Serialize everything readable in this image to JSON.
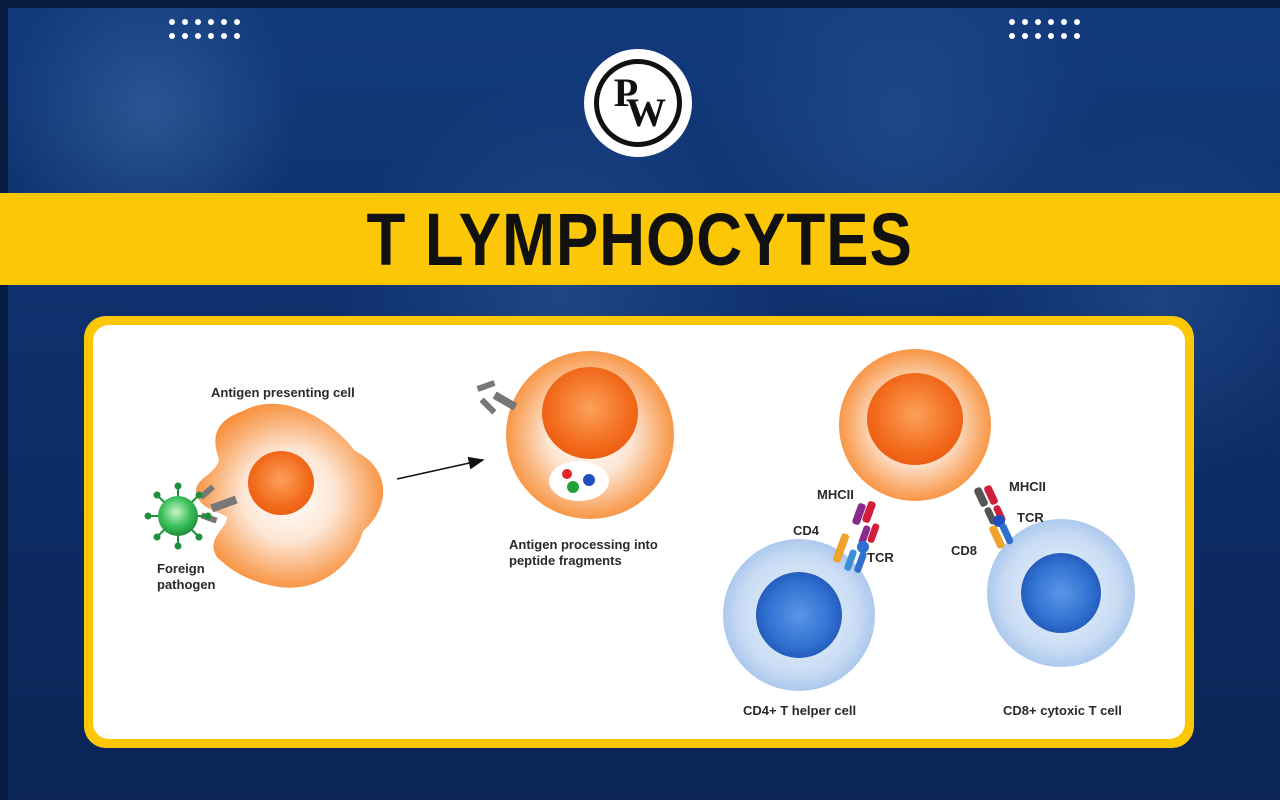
{
  "brand": {
    "logo_text": "PW"
  },
  "banner": {
    "title": "T LYMPHOCYTES"
  },
  "diagram": {
    "antigen_presenting_cell_label": "Antigen presenting cell",
    "foreign_pathogen_label": [
      "Foreign",
      "pathogen"
    ],
    "antigen_processing_label": [
      "Antigen processing into",
      "peptide fragments"
    ],
    "mhcii_left_label": "MHCII",
    "cd4_label": "CD4",
    "tcr_left_label": "TCR",
    "mhcii_right_label": "MHCII",
    "tcr_right_label": "TCR",
    "cd8_label": "CD8",
    "cd4_cell_label": "CD4+ T helper cell",
    "cd8_cell_label": "CD8+ cytoxic T cell"
  },
  "colors": {
    "background_blue": "#0d2c63",
    "accent_yellow": "#fcc707",
    "cell_orange": "#f7892f",
    "t_cell_blue": "#2f6fd0",
    "pathogen_green": "#2aa24a"
  }
}
